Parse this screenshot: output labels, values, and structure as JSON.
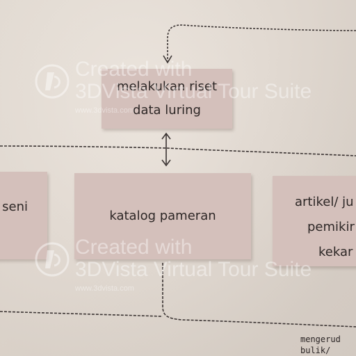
{
  "diagram": {
    "boxes": {
      "riset": {
        "lines": [
          "melakukan riset",
          "data luring"
        ]
      },
      "seni": {
        "lines": [
          "seni"
        ]
      },
      "katalog": {
        "lines": [
          "katalog pameran"
        ]
      },
      "artikel": {
        "lines": [
          "artikel/ ju",
          "pemikir",
          "kekar"
        ]
      }
    },
    "annotation": {
      "lines": [
        "mengerud",
        "bulik/"
      ]
    }
  },
  "watermark": {
    "line1": "Created with",
    "line2": "3DVista Virtual Tour Suite",
    "url": "www.3dvista.com"
  },
  "colors": {
    "box_fill": "#d4c0bb",
    "wall": "#e6ddd4",
    "ink": "#2d2726"
  }
}
